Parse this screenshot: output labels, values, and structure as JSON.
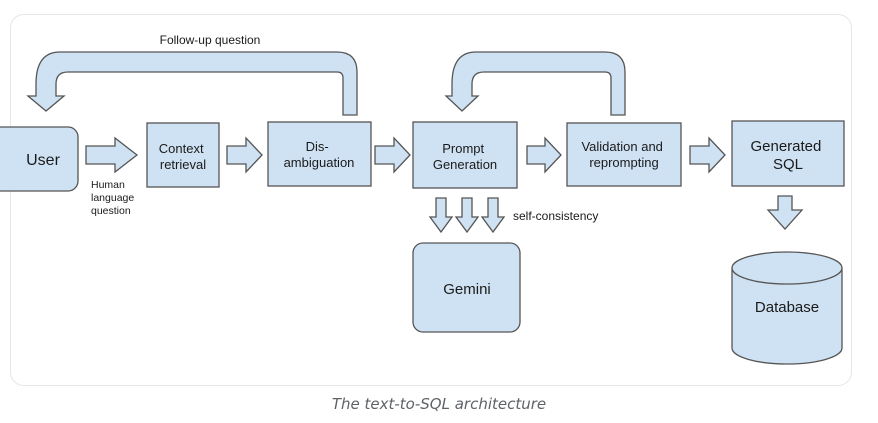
{
  "diagram": {
    "nodes": {
      "user": "User",
      "context_retrieval": [
        "Context",
        "retrieval"
      ],
      "disambiguation": [
        "Dis-",
        "ambiguation"
      ],
      "prompt_generation": [
        "Prompt",
        "Generation"
      ],
      "validation": [
        "Validation and",
        "reprompting"
      ],
      "generated_sql": [
        "Generated",
        "SQL"
      ],
      "gemini": "Gemini",
      "database": "Database"
    },
    "edge_labels": {
      "follow_up": "Follow-up question",
      "human_question": [
        "Human",
        "language",
        "question"
      ],
      "self_consistency": "self-consistency"
    }
  },
  "caption": "The text-to-SQL architecture",
  "colors": {
    "fill": "#cfe2f3",
    "stroke": "#555555"
  }
}
